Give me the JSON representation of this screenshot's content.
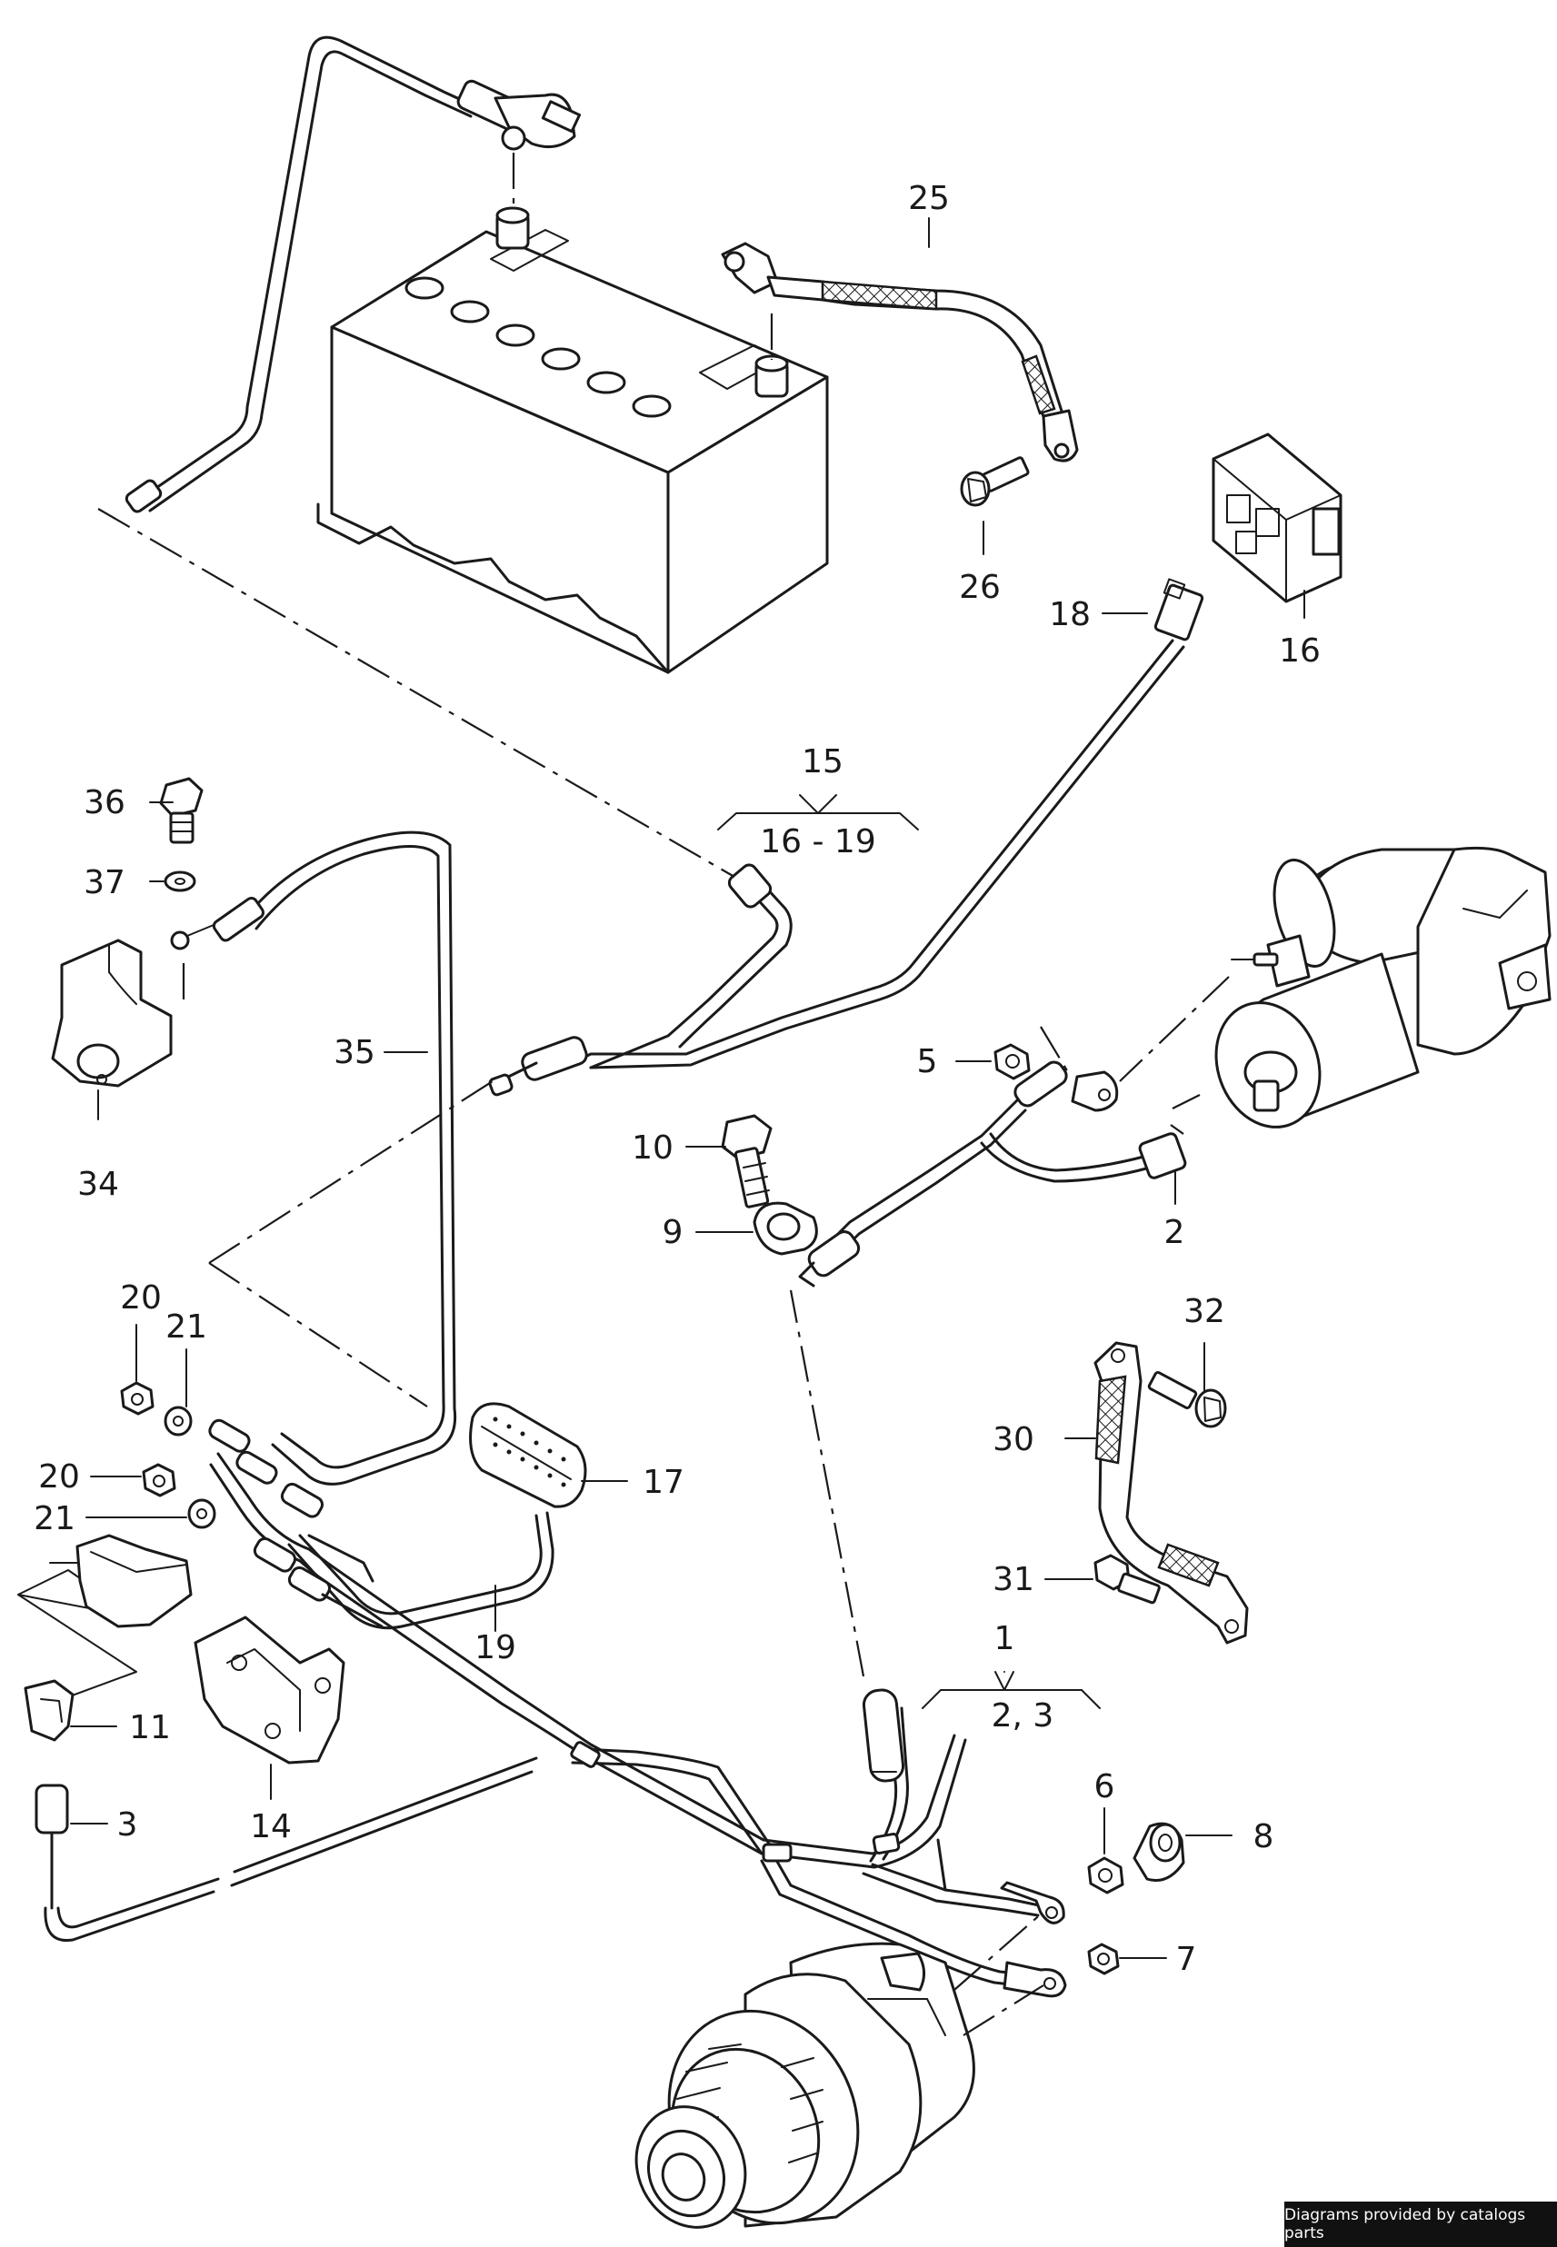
{
  "callouts": {
    "c1": "1",
    "c2_3": "2,  3",
    "c2": "2",
    "c3": "3",
    "c5": "5",
    "c6": "6",
    "c7": "7",
    "c8": "8",
    "c9": "9",
    "c10": "10",
    "c11": "11",
    "c14": "14",
    "c15": "15",
    "c16_19": "16 - 19",
    "c16": "16",
    "c17": "17",
    "c18": "18",
    "c19": "19",
    "c20a": "20",
    "c20b": "20",
    "c21a": "21",
    "c21b": "21",
    "c25": "25",
    "c26": "26",
    "c30": "30",
    "c31": "31",
    "c32": "32",
    "c34": "34",
    "c35": "35",
    "c36": "36",
    "c37": "37"
  },
  "credit": "Diagrams provided by catalogs parts"
}
